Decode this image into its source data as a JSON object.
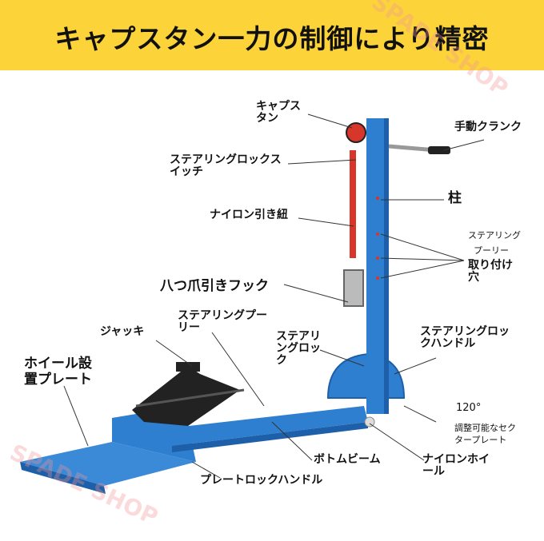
{
  "banner": {
    "title": "キャプスタン一力の制御により精密",
    "bg": "#fcd43a"
  },
  "watermark": "SPADE SHOP",
  "labels": {
    "capstan": "キャプス\nタン",
    "hand_crank": "手動クランク",
    "steering_lock_switch": "ステアリングロックス\nイッチ",
    "pillar": "柱",
    "nylon_cord": "ナイロン引き紐",
    "steering_pulley_mount_a": "ステアリング",
    "steering_pulley_mount_b": "プーリー",
    "steering_pulley_mount_c": "取り付け\n穴",
    "eight_claw_hook": "八つ爪引きフック",
    "steering_pulley": "ステアリングプー\nリー",
    "jack": "ジャッキ",
    "steering_lock": "ステアリ\nングロッ\nク",
    "steering_lock_handle": "ステアリングロッ\nクハンドル",
    "wheel_plate": "ホイール設\n置プレート",
    "angle": "120°",
    "sector_plate": "調整可能なセク\nタープレート",
    "bottom_beam": "ボトムビーム",
    "nylon_wheel": "ナイロンホイ\nール",
    "plate_lock_handle": "プレートロックハンドル"
  },
  "colors": {
    "frame": "#2f7fd0",
    "frame_dark": "#1d5fa8",
    "cord": "#d8352b",
    "jack": "#222222"
  }
}
